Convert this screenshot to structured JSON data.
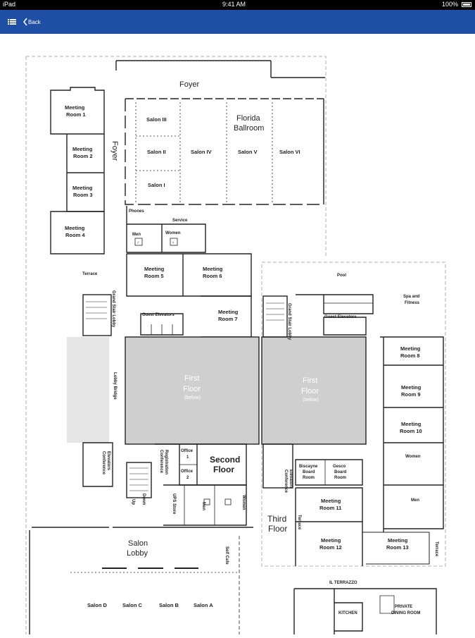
{
  "status_bar": {
    "device": "iPad",
    "time": "9:41 AM",
    "battery": "100%"
  },
  "nav": {
    "back_label": "Back"
  },
  "map": {
    "foyer_top": "Foyer",
    "foyer_side": "Foyer",
    "meeting_room_1": [
      "Meeting",
      "Room 1"
    ],
    "meeting_room_2": [
      "Meeting",
      "Room 2"
    ],
    "meeting_room_3": [
      "Meeting",
      "Room 3"
    ],
    "meeting_room_4": [
      "Meeting",
      "Room 4"
    ],
    "salon_iii": "Salon III",
    "salon_ii": "Salon II",
    "salon_i": "Salon I",
    "salon_iv": "Salon IV",
    "salon_v": "Salon V",
    "salon_vi": "Salon VI",
    "florida_ballroom": [
      "Florida",
      "Ballroom"
    ],
    "phones": "Phones",
    "service": "Service",
    "men": "Men",
    "women": "Women",
    "terrace": "Terrace",
    "meeting_room_5": [
      "Meeting",
      "Room 5"
    ],
    "meeting_room_6": [
      "Meeting",
      "Room 6"
    ],
    "meeting_room_7": [
      "Meeting",
      "Room 7"
    ],
    "guest_elevators": "Guest Elevators",
    "grand_stair_lobby": "Grand Stair Lobby",
    "lobby_bridge": "Lobby Bridge",
    "first_floor_left": [
      "First",
      "Floor",
      "(below)"
    ],
    "first_floor_right": [
      "First",
      "Floor",
      "(below)"
    ],
    "conference_elevators": [
      "Conference",
      "Elevators"
    ],
    "conference_registration": [
      "Conference",
      "Registration"
    ],
    "office_1": [
      "Office",
      "1"
    ],
    "office_2": [
      "Office",
      "2"
    ],
    "second_floor": [
      "Second",
      "Floor"
    ],
    "up": "Up",
    "down": "Down",
    "ups_store": "UPS Store",
    "men_2": "Men",
    "women_2": "Women",
    "pool": "Pool",
    "spa_fitness": [
      "Spa and",
      "Fitness"
    ],
    "grand_stair_lobby_r": "Grand Stair Lobby",
    "guest_elevators_r": "Guest Elevators",
    "meeting_room_8": [
      "Meeting",
      "Room 8"
    ],
    "meeting_room_9": [
      "Meeting",
      "Room 9"
    ],
    "meeting_room_10": [
      "Meeting",
      "Room 10"
    ],
    "women_3": "Women",
    "men_3": "Men",
    "conference_elevators_r": [
      "Conference",
      "Elevators"
    ],
    "biscayne_board_room": [
      "Biscayne",
      "Board",
      "Room"
    ],
    "gesco_board_room": [
      "Gesco",
      "Board",
      "Room"
    ],
    "meeting_room_11": [
      "Meeting",
      "Room 11"
    ],
    "meeting_room_12": [
      "Meeting",
      "Room 12"
    ],
    "meeting_room_13": [
      "Meeting",
      "Room 13"
    ],
    "third_floor": [
      "Third",
      "Floor"
    ],
    "terrace_r": "Terrace",
    "terrace_r2": "Terrace",
    "salon_lobby": [
      "Salon",
      "Lobby"
    ],
    "self_cafe": "Self Cafe",
    "salon_d": "Salon D",
    "salon_c": "Salon C",
    "salon_b": "Salon B",
    "salon_a": "Salon A",
    "il_terrazzo": "IL TERRAZZO",
    "kitchen": "KITCHEN",
    "private_dining_room": [
      "PRIVATE",
      "DINING ROOM"
    ]
  }
}
